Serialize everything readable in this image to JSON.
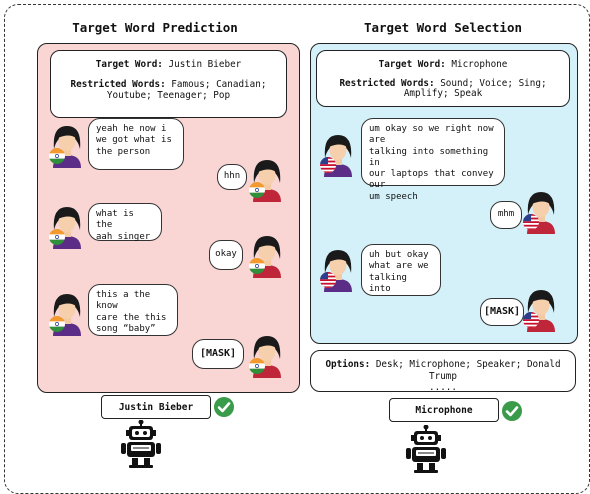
{
  "left": {
    "title": "Target Word Prediction",
    "target_label": "Target Word:",
    "target_value": "Justin Bieber",
    "restricted_label": "Restricted Words:",
    "restricted_value": "Famous; Canadian; Youtube; Teenager; Pop",
    "messages": [
      {
        "speaker": "A",
        "text": "yeah he now i\nwe got what is\nthe person"
      },
      {
        "speaker": "B",
        "text": "hhn"
      },
      {
        "speaker": "A",
        "text": "what is the\naah singer"
      },
      {
        "speaker": "B",
        "text": "okay"
      },
      {
        "speaker": "A",
        "text": "this a the know\ncare the this\nsong “baby”"
      },
      {
        "speaker": "B",
        "text": "[MASK]"
      }
    ],
    "flag": "India",
    "answer": "Justin Bieber"
  },
  "right": {
    "title": "Target Word Selection",
    "target_label": "Target Word:",
    "target_value": "Microphone",
    "restricted_label": "Restricted Words:",
    "restricted_value": "Sound; Voice; Sing; Amplify; Speak",
    "messages": [
      {
        "speaker": "A",
        "text": "um okay so we right now are\ntalking into something in\nour laptops that convey our\num speech"
      },
      {
        "speaker": "B",
        "text": "mhm"
      },
      {
        "speaker": "A",
        "text": "uh but okay\nwhat are we\ntalking into"
      },
      {
        "speaker": "B",
        "text": "[MASK]"
      }
    ],
    "flag": "USA",
    "options_label": "Options:",
    "options_value": "Desk; Microphone; Speaker; Donald Trump",
    "options_more": ".....",
    "answer": "Microphone"
  },
  "icons": [
    "person-avatar-icon",
    "india-flag-icon",
    "usa-flag-icon",
    "checkmark-icon",
    "robot-icon"
  ],
  "colors": {
    "left_panel": "#f9d6d4",
    "right_panel": "#d4f1fa",
    "check": "#3a9b4a",
    "hair": "#1a1a1a",
    "shirt_a": "#5b2d86",
    "shirt_b": "#c0263a"
  }
}
